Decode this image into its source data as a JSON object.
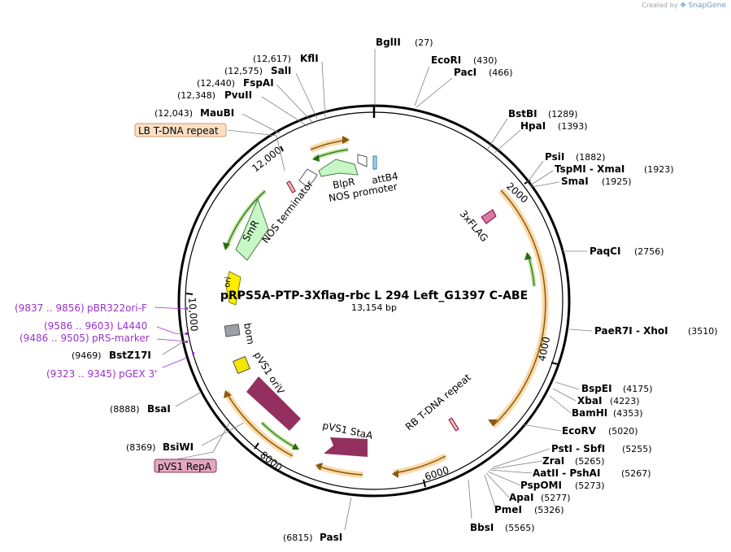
{
  "credit": {
    "created_by": "Created by",
    "brand": "SnapGene"
  },
  "plasmid": {
    "name": "pRPS5A-PTP-3Xflag-rbc L 294 Left_G1397 C-ABE",
    "length_label": "13,154 bp",
    "length": 13154
  },
  "ticks": [
    {
      "pos": 2000,
      "label": "2000"
    },
    {
      "pos": 4000,
      "label": "4000"
    },
    {
      "pos": 6000,
      "label": "6000"
    },
    {
      "pos": 8000,
      "label": "8000"
    },
    {
      "pos": 10000,
      "label": "10,000"
    },
    {
      "pos": 12000,
      "label": "12,000"
    }
  ],
  "enzymes": [
    {
      "name": "BglII",
      "pos": "(27)",
      "site": 27
    },
    {
      "name": "EcoRI",
      "pos": "(430)",
      "site": 430
    },
    {
      "name": "PacI",
      "pos": "(466)",
      "site": 466
    },
    {
      "name": "BstBI",
      "pos": "(1289)",
      "site": 1289
    },
    {
      "name": "HpaI",
      "pos": "(1393)",
      "site": 1393
    },
    {
      "name": "PsiI",
      "pos": "(1882)",
      "site": 1882
    },
    {
      "name": "TspMI - XmaI",
      "pos": "(1923)",
      "site": 1923
    },
    {
      "name": "SmaI",
      "pos": "(1925)",
      "site": 1925
    },
    {
      "name": "PaqCI",
      "pos": "(2756)",
      "site": 2756
    },
    {
      "name": "PaeR7I - XhoI",
      "pos": "(3510)",
      "site": 3510
    },
    {
      "name": "BspEI",
      "pos": "(4175)",
      "site": 4175
    },
    {
      "name": "XbaI",
      "pos": "(4223)",
      "site": 4223
    },
    {
      "name": "BamHI",
      "pos": "(4353)",
      "site": 4353
    },
    {
      "name": "EcoRV",
      "pos": "(5020)",
      "site": 5020
    },
    {
      "name": "PstI - SbfI",
      "pos": "(5255)",
      "site": 5255
    },
    {
      "name": "ZraI",
      "pos": "(5265)",
      "site": 5265
    },
    {
      "name": "AatII - PshAI",
      "pos": "(5267)",
      "site": 5267
    },
    {
      "name": "PspOMI",
      "pos": "(5273)",
      "site": 5273
    },
    {
      "name": "ApaI",
      "pos": "(5277)",
      "site": 5277
    },
    {
      "name": "PmeI",
      "pos": "(5326)",
      "site": 5326
    },
    {
      "name": "BbsI",
      "pos": "(5565)",
      "site": 5565
    },
    {
      "name": "PasI",
      "pos": "(6815)",
      "site": 6815
    },
    {
      "name": "BsiWI",
      "pos": "(8369)",
      "site": 8369
    },
    {
      "name": "BsaI",
      "pos": "(8888)",
      "site": 8888
    },
    {
      "name": "BstZ17I",
      "pos": "(9469)",
      "site": 9469
    },
    {
      "name": "MauBI",
      "pos": "(12,043)",
      "site": 12043
    },
    {
      "name": "PvuII",
      "pos": "(12,348)",
      "site": 12348
    },
    {
      "name": "FspAI",
      "pos": "(12,440)",
      "site": 12440
    },
    {
      "name": "SalI",
      "pos": "(12,575)",
      "site": 12575
    },
    {
      "name": "KflI",
      "pos": "(12,617)",
      "site": 12617
    }
  ],
  "primers": [
    {
      "range": "(9837 .. 9856)",
      "name": "pBR322ori-F"
    },
    {
      "range": "(9586 .. 9603)",
      "name": "L4440"
    },
    {
      "range": "(9486 .. 9505)",
      "name": "pRS-marker"
    },
    {
      "range": "(9323 .. 9345)",
      "name": "pGEX 3'"
    }
  ],
  "boxed_features": [
    {
      "name": "LB T-DNA repeat",
      "color": "#fde0c4"
    },
    {
      "name": "pVS1 RepA",
      "color": "#e3a7c0"
    }
  ],
  "features": [
    {
      "name": "3xFLAG",
      "color": "#d97ba0"
    },
    {
      "name": "BlpR",
      "color": "#c7f7c5"
    },
    {
      "name": "NOS promoter",
      "color": "#ffffff"
    },
    {
      "name": "attB4",
      "color": "#9fd6f0"
    },
    {
      "name": "NOS terminator",
      "color": "#ffffff"
    },
    {
      "name": "SmR",
      "color": "#c7f7c5"
    },
    {
      "name": "ori",
      "color": "#ffee00"
    },
    {
      "name": "bom",
      "color": "#9aa0a6"
    },
    {
      "name": "pVS1 oriV",
      "color": "#f2e600"
    },
    {
      "name": "pVS1 StaA",
      "color": "#9b2d63"
    },
    {
      "name": "RB T-DNA repeat",
      "color": "#f0c0a8"
    }
  ],
  "colors": {
    "orf_orange": "#f2a33a",
    "orf_green": "#7dbf3f",
    "primer_purple": "#9933cc",
    "staA": "#93305f"
  }
}
